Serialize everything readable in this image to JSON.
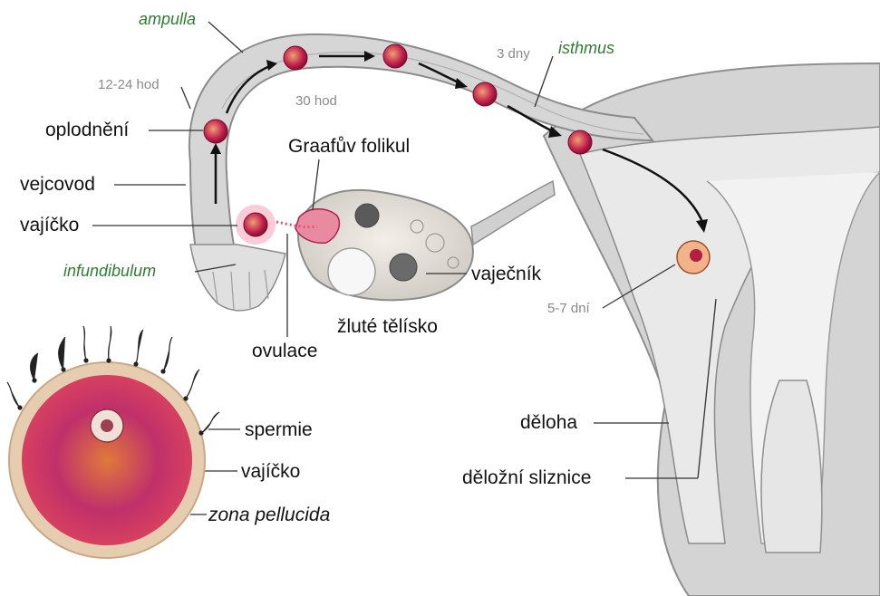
{
  "labels": {
    "ampulla": "ampulla",
    "isthmus": "isthmus",
    "infundibulum": "infundibulum",
    "t_12_24": "12-24 hod",
    "t_30": "30 hod",
    "t_3_dny": "3 dny",
    "t_5_7": "5-7 dní",
    "oplodneni": "oplodnění",
    "vejcovod": "vejcovod",
    "vajicko_top": "vajíčko",
    "graafuv": "Graafův folikul",
    "vajecnik": "vaječník",
    "ovulace": "ovulace",
    "zlute": "žluté tělísko",
    "spermie": "spermie",
    "vajicko_bottom": "vajíčko",
    "zona": "zona pellucida",
    "deloha": "děloha",
    "sliznice": "děložní sliznice"
  },
  "colors": {
    "label_black": "#111111",
    "label_green": "#2e7d32",
    "label_gray": "#8a8a8a",
    "tissue": "#d9d9d9",
    "tissue_dark": "#9a9a9a",
    "egg_red": "#c2185b",
    "egg_orange": "#e0823a"
  }
}
